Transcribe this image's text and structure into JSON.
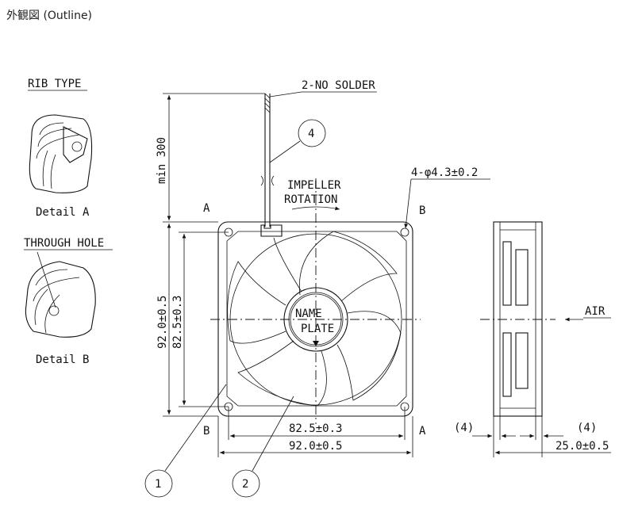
{
  "title": "外観図 (Outline)",
  "labels": {
    "rib_type": "RIB TYPE",
    "detail_a": "Detail A",
    "through_hole": "THROUGH HOLE",
    "detail_b": "Detail B",
    "no_solder": "2-NO SOLDER",
    "min_length": "min 300",
    "impeller": "IMPELLER",
    "rotation": "ROTATION",
    "holes": "4-φ4.3±0.2",
    "name": "NAME",
    "plate": "PLATE",
    "section_a_top": "A",
    "section_b_top": "B",
    "section_b_bottom": "B",
    "section_a_bottom": "A",
    "air": "AIR"
  },
  "dimensions": {
    "height_outer": "92.0±0.5",
    "height_pitch": "82.5±0.3",
    "width_pitch": "82.5±0.3",
    "width_outer": "92.0±0.5",
    "rib_left": "(4)",
    "rib_right": "(4)",
    "thickness": "25.0±0.5"
  },
  "callouts": [
    "1",
    "2",
    "4"
  ]
}
